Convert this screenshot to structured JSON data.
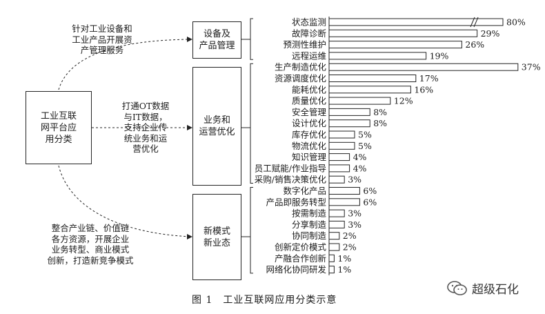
{
  "diagram": {
    "center_box": "工业互联\n网平台应\n用分类",
    "boxes": {
      "asset": "设备及\n产品管理",
      "ops": "业务和\n运营优化",
      "newmode": "新模式\n新业态"
    },
    "notes": {
      "top": "针对工业设备和\n工业产品开展资\n产管理服务",
      "middle": "打通OT数据\n与IT数据，\n支持企业传\n统业务和运\n营优化",
      "bottom": "整合产业链、价值链\n各方资源，开展企业\n业务转型、商业模式\n创新，打造新竞争模式"
    },
    "caption": "图 1　工业互联网应用分类示意",
    "watermark": "超级石化"
  },
  "chart_data": {
    "type": "bar",
    "orientation": "horizontal",
    "categories": [
      "状态监测",
      "故障诊断",
      "预测性维护",
      "远程运维",
      "生产制造优化",
      "资源调度优化",
      "能耗优化",
      "质量优化",
      "安全管理",
      "设计优化",
      "库存优化",
      "物流优化",
      "知识管理",
      "员工赋能/作业指导",
      "采购/销售决策优化",
      "数字化产品",
      "产品即服务转型",
      "按需制造",
      "分享制造",
      "协同制造",
      "创新定价模式",
      "产融合作创新",
      "网络化协同研发"
    ],
    "values": [
      80,
      29,
      26,
      19,
      37,
      17,
      16,
      12,
      8,
      8,
      5,
      5,
      4,
      4,
      3,
      6,
      6,
      3,
      3,
      2,
      2,
      1,
      1
    ],
    "value_labels": [
      "80%",
      "29%",
      "26%",
      "19%",
      "37%",
      "17%",
      "16%",
      "12%",
      "8%",
      "8%",
      "5%",
      "5%",
      "4%",
      "4%",
      "3%",
      "6%",
      "6%",
      "3%",
      "3%",
      "2%",
      "2%",
      "1%",
      "1%"
    ],
    "group_sizes": [
      4,
      11,
      8
    ],
    "axis_break_on": "状态监测",
    "colors": {
      "bar_fill": "#ffffff",
      "bar_stroke": "#222222",
      "line": "#222222"
    }
  }
}
